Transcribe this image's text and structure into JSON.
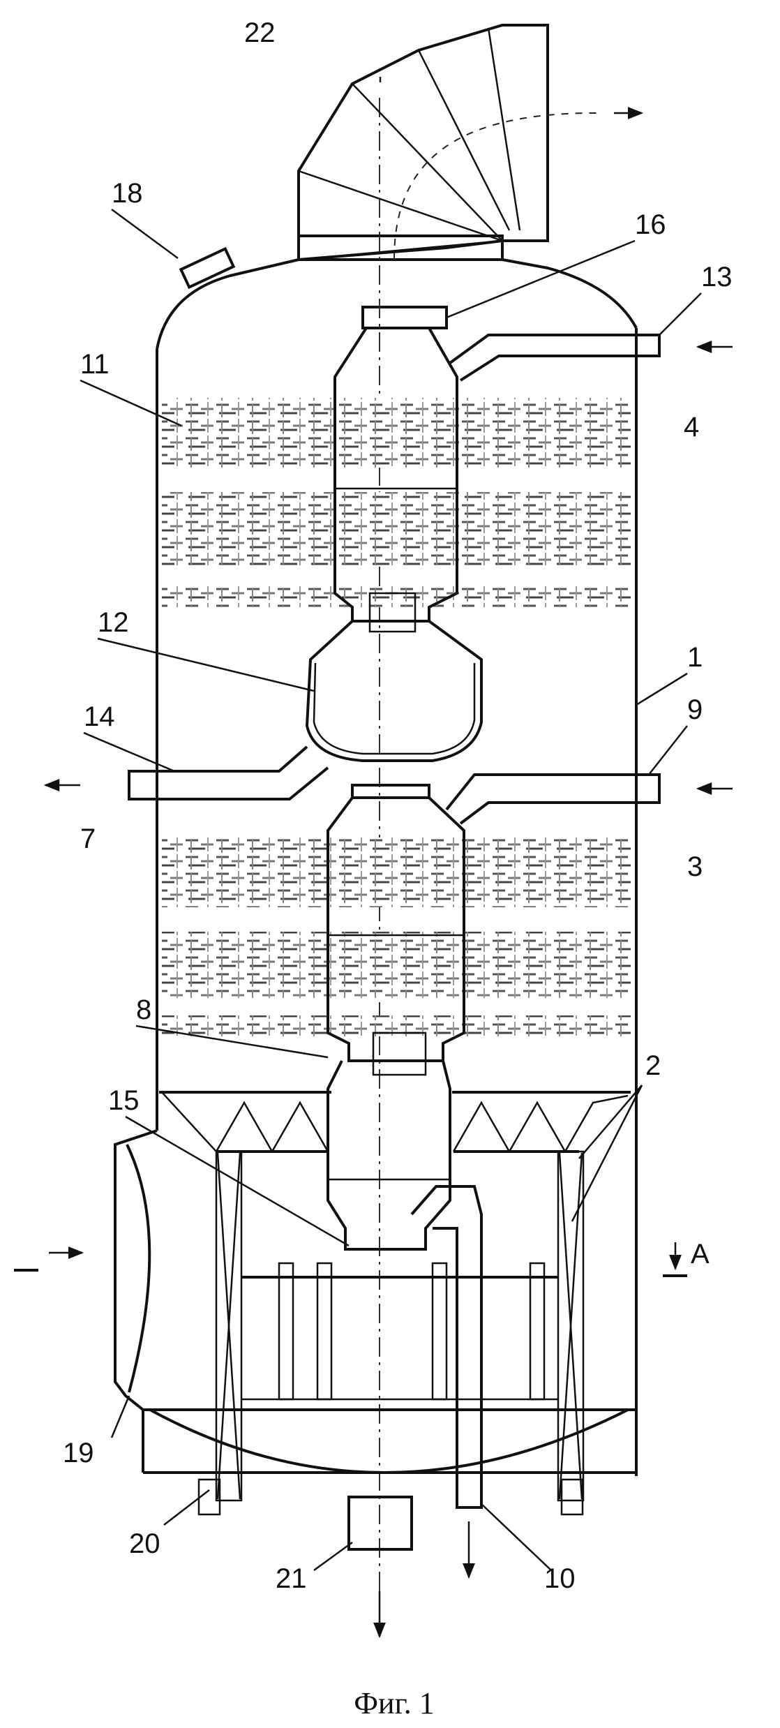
{
  "caption": "Фиг. 1",
  "callouts": [
    "22",
    "18",
    "16",
    "13",
    "11",
    "4",
    "12",
    "1",
    "14",
    "9",
    "7",
    "3",
    "8",
    "2",
    "15",
    "19",
    "20",
    "21",
    "10"
  ],
  "section_mark": "A"
}
